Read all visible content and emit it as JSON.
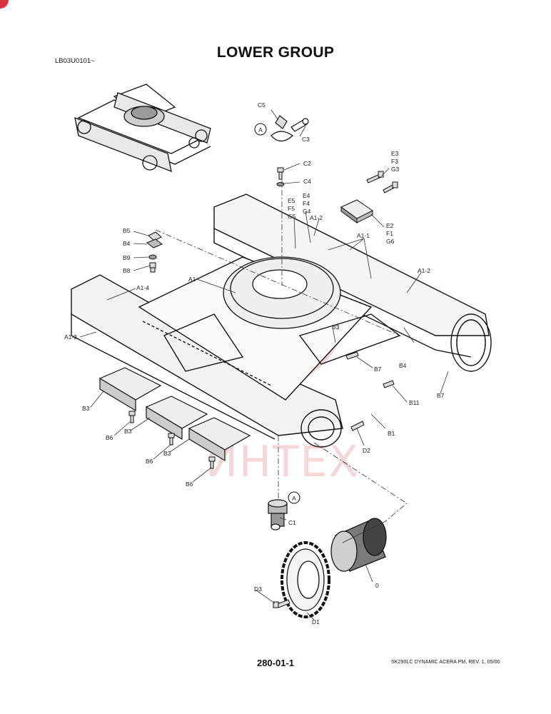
{
  "header": {
    "title": "LOWER GROUP",
    "code": "LB03U0101~"
  },
  "footer": {
    "page_number": "280-01-1",
    "reference": "SK290LC DYNAMIC ACERA PM, REV. 1, 05/00"
  },
  "watermark": "ИНТЕХ",
  "callouts": {
    "detail_a_top": "A",
    "detail_a_bottom": "A"
  },
  "labels": [
    {
      "id": "c5",
      "text": "C5"
    },
    {
      "id": "c3",
      "text": "C3"
    },
    {
      "id": "c2",
      "text": "C2"
    },
    {
      "id": "c4",
      "text": "C4"
    },
    {
      "id": "e3",
      "text": "E3"
    },
    {
      "id": "f3",
      "text": "F3"
    },
    {
      "id": "g3",
      "text": "G3"
    },
    {
      "id": "e4",
      "text": "E4"
    },
    {
      "id": "f4",
      "text": "F4"
    },
    {
      "id": "g4",
      "text": "G4"
    },
    {
      "id": "e5",
      "text": "E5"
    },
    {
      "id": "f5",
      "text": "F5"
    },
    {
      "id": "g5",
      "text": "G5"
    },
    {
      "id": "e2",
      "text": "E2"
    },
    {
      "id": "f1",
      "text": "F1"
    },
    {
      "id": "g6",
      "text": "G6"
    },
    {
      "id": "a1_2a",
      "text": "A1-2"
    },
    {
      "id": "a1_1",
      "text": "A1-1"
    },
    {
      "id": "a1_2b",
      "text": "A1-2"
    },
    {
      "id": "b5",
      "text": "B5"
    },
    {
      "id": "b4a",
      "text": "B4"
    },
    {
      "id": "b9",
      "text": "B9"
    },
    {
      "id": "b8",
      "text": "B8"
    },
    {
      "id": "a1",
      "text": "A1"
    },
    {
      "id": "a1_4",
      "text": "A1-4"
    },
    {
      "id": "a1_3",
      "text": "A1-3"
    },
    {
      "id": "b3a",
      "text": "B3"
    },
    {
      "id": "b7a",
      "text": "B7"
    },
    {
      "id": "b4b",
      "text": "B4"
    },
    {
      "id": "b7b",
      "text": "B7"
    },
    {
      "id": "b11",
      "text": "B11"
    },
    {
      "id": "b1",
      "text": "B1"
    },
    {
      "id": "d2",
      "text": "D2"
    },
    {
      "id": "b3b",
      "text": "B3"
    },
    {
      "id": "b6a",
      "text": "B6"
    },
    {
      "id": "b3c",
      "text": "B3"
    },
    {
      "id": "b6b",
      "text": "B6"
    },
    {
      "id": "b3d",
      "text": "B3"
    },
    {
      "id": "b6c",
      "text": "B6"
    },
    {
      "id": "c1",
      "text": "C1"
    },
    {
      "id": "o",
      "text": "0"
    },
    {
      "id": "d3",
      "text": "D3"
    },
    {
      "id": "d1",
      "text": "D1"
    }
  ]
}
